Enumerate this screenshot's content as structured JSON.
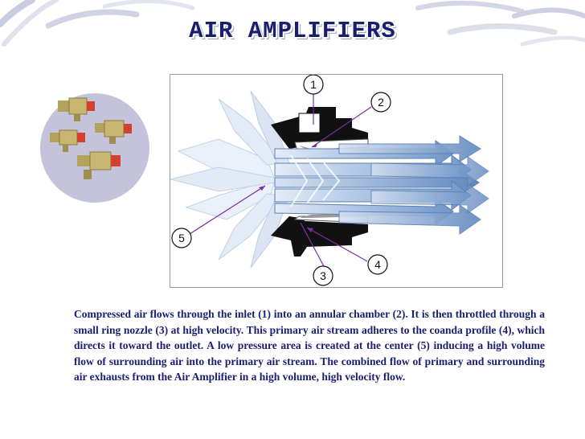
{
  "title": "AIR AMPLIFIERS",
  "callouts": [
    {
      "number": "1"
    },
    {
      "number": "2"
    },
    {
      "number": "3"
    },
    {
      "number": "4"
    },
    {
      "number": "5"
    }
  ],
  "description": "Compressed air flows through the inlet (1) into an annular chamber (2). It is then throttled through a small ring nozzle (3) at high velocity. This primary air stream adheres to the coanda profile (4), which directs it toward the outlet. A low pressure area is created at the center (5) inducing a high volume flow of surrounding air into the primary air stream. The combined flow of primary and surrounding air exhausts from the Air Amplifier in a high volume, high velocity flow.",
  "colors": {
    "title": "#1a1e6e",
    "text": "#1a1e6e",
    "flow": "#6f97c9",
    "callout_line": "#7a2fa0",
    "photo_bg": "#c5c3dc"
  }
}
